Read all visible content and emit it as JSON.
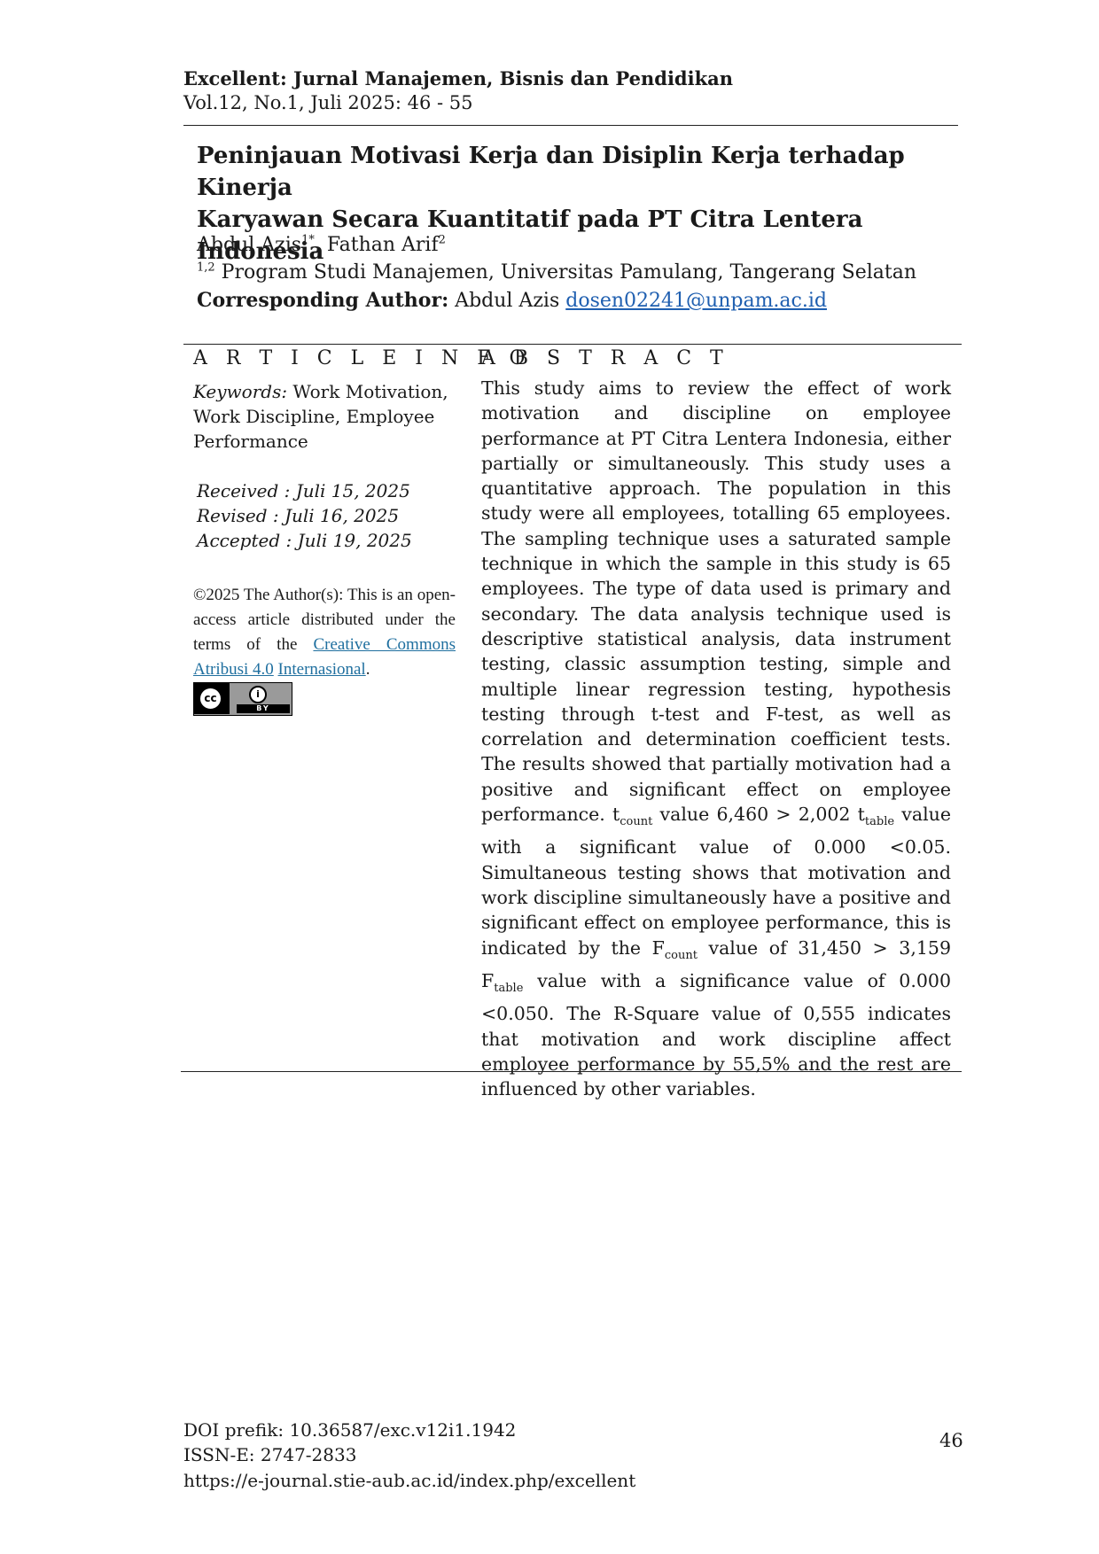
{
  "header": {
    "journal_name": "Excellent: Jurnal Manajemen, Bisnis dan Pendidikan",
    "volume_info": "Vol.12, No.1, Juli 2025: 46 - 55"
  },
  "article": {
    "title_line1": "Peninjauan Motivasi Kerja dan Disiplin Kerja terhadap Kinerja",
    "title_line2": "Karyawan Secara Kuantitatif pada PT Citra Lentera Indonesia",
    "author1": "Abdul Azis",
    "author1_sup": "1*",
    "author_sep": ", ",
    "author2": "Fathan Arif",
    "author2_sup": "2",
    "affiliation_sup": "1,2",
    "affiliation": " Program Studi Manajemen, Universitas Pamulang, Tangerang Selatan",
    "corresponding_label": "Corresponding Author:",
    "corresponding_name": " Abdul Azis ",
    "corresponding_email": "dosen02241@unpam.ac.id"
  },
  "article_info": {
    "heading": "A R T I C L E I N F O",
    "keywords_label": "Keywords:",
    "keywords_line1": " Work Motivation,",
    "keywords_line2": "Work Discipline, Employee",
    "keywords_line3": "Performance",
    "received": "Received : Juli 15, 2025",
    "revised": "Revised : Juli 16, 2025",
    "accepted": "Accepted : Juli 19, 2025",
    "license_text": "©2025 The Author(s): This is an open-access article distributed under the terms of the ",
    "license_link1": "Creative Commons Atribusi 4.0",
    "license_space": " ",
    "license_link2": "Internasional",
    "license_end": ".",
    "cc_icon": "cc",
    "by_icon": "i",
    "by_label": "BY"
  },
  "abstract": {
    "heading": "A B S T R A C T",
    "part1": "This study aims to review the effect of work motivation and discipline on employee performance at PT Citra Lentera Indonesia, either partially or simultaneously. This study uses a quantitative approach. The population in this study were all employees, totalling 65 employees. The sampling technique uses a saturated sample technique in which the sample in this study is 65 employees. The type of data used is primary and secondary. The data analysis technique used is descriptive statistical analysis, data instrument testing, classic assumption testing, simple and multiple linear regression testing, hypothesis testing through t-test and F-test, as well as correlation and determination coefficient tests. The results showed that partially motivation had a positive and significant effect on employee performance. t",
    "sub1": "count",
    "part2": " value 6,460 > 2,002 t",
    "sub2": "table",
    "part3": " value with a significant value of 0.000 <0.05. Simultaneous testing shows that motivation and work discipline simultaneously have a positive and significant effect on employee performance, this is indicated by the F",
    "sub3": "count",
    "part4": " value of 31,450 > 3,159 F",
    "sub4": "table",
    "part5": " value with a significance value of 0.000 <0.050. The R-Square value of 0,555 indicates that motivation and work discipline affect employee performance by 55,5% and the rest are influenced by other variables."
  },
  "footer": {
    "doi": "DOI prefik: 10.36587/exc.v12i1.1942",
    "issn": "ISSN-E: 2747-2833",
    "url": "https://e-journal.stie-aub.ac.id/index.php/excellent",
    "page_number": "46"
  }
}
